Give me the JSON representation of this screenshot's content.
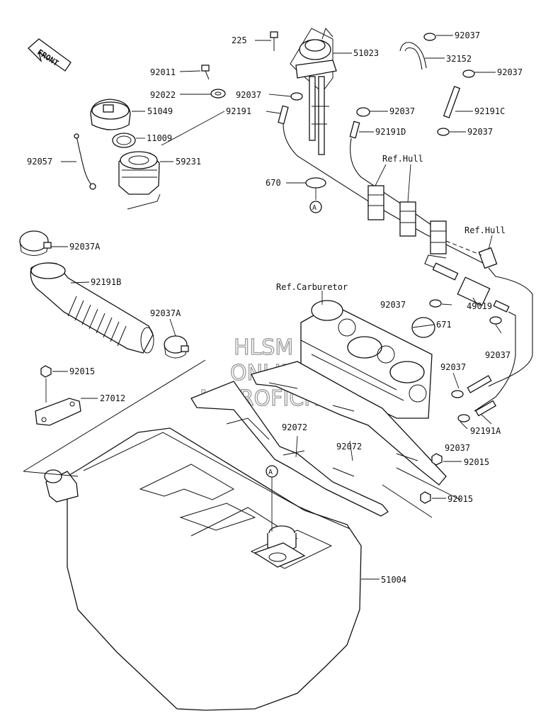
{
  "diagram": {
    "front_label": "FRONT",
    "parts": {
      "p225": "225",
      "p51023": "51023",
      "p92037_a": "92037",
      "p92011": "92011",
      "p32152": "32152",
      "p92037_b": "92037",
      "p92022": "92022",
      "p92037_c": "92037",
      "p51049": "51049",
      "p92191": "92191",
      "p92037_d": "92037",
      "p92191C": "92191C",
      "p11009": "11009",
      "p92191D": "92191D",
      "p92037_e": "92037",
      "p92057": "92057",
      "p59231": "59231",
      "p670": "670",
      "p92037A_1": "92037A",
      "p92191B": "92191B",
      "p92037_f": "92037",
      "p92037A_2": "92037A",
      "p671": "671",
      "p49019": "49019",
      "p92037_g": "92037",
      "p92037_h": "92037",
      "p92015_a": "92015",
      "p27012": "27012",
      "p92072_a": "92072",
      "p92072_b": "92072",
      "p92191A": "92191A",
      "p92037_i": "92037",
      "p92015_b": "92015",
      "p92015_c": "92015",
      "p51004": "51004"
    },
    "refs": {
      "hull_1": "Ref.Hull",
      "hull_2": "Ref.Hull",
      "carburetor": "Ref.Carburetor"
    },
    "circle_marker": "A",
    "watermark": [
      "HLSM",
      "ONLINE",
      "MICROFICHE"
    ]
  }
}
